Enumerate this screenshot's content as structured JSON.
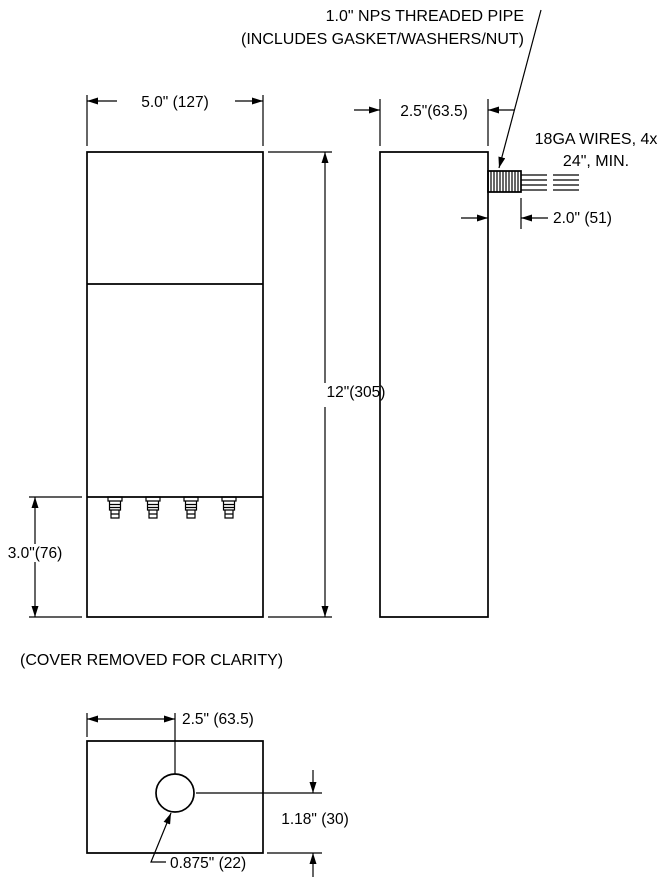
{
  "notes": {
    "pipe_line1": "1.0\" NPS THREADED PIPE",
    "pipe_line2": "(INCLUDES GASKET/WASHERS/NUT)",
    "wires_line1": "18GA WIRES, 4x",
    "wires_line2": "24\", MIN.",
    "cover": "(COVER REMOVED FOR CLARITY)"
  },
  "dimensions": {
    "front_width": "5.0\" (127)",
    "front_height": "12\"(305)",
    "terminal_section_height": "3.0\"(76)",
    "side_depth": "2.5\"(63.5)",
    "pipe_length": "2.0\" (51)",
    "hole_center_from_left": "2.5\" (63.5)",
    "hole_center_from_bottom": "1.18\" (30)",
    "hole_diameter": "0.875\" (22)"
  },
  "colors": {
    "line": "#000000",
    "background": "#ffffff"
  }
}
